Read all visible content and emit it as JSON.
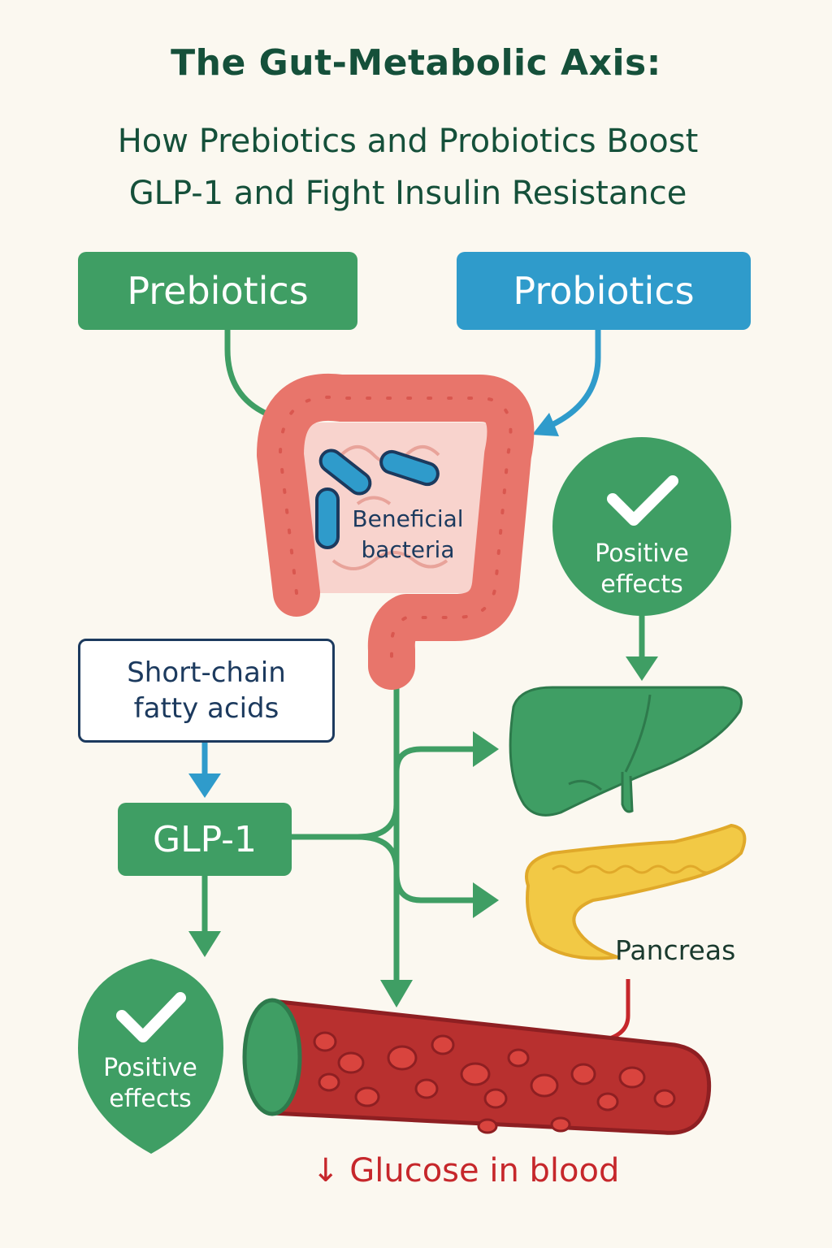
{
  "title": "The Gut-Metabolic Axis:",
  "subtitle_line1": "How Prebiotics and Probiotics Boost",
  "subtitle_line2": "GLP-1 and Fight Insulin Resistance",
  "nodes": {
    "prebiotics": "Prebiotics",
    "probiotics": "Probiotics",
    "bacteria_line1": "Beneficial",
    "bacteria_line2": "bacteria",
    "scfa_line1": "Short-chain",
    "scfa_line2": "fatty acids",
    "glp1": "GLP-1",
    "positive_effects_top_line1": "Positive",
    "positive_effects_top_line2": "effects",
    "positive_effects_bottom_line1": "Positive",
    "positive_effects_bottom_line2": "effects",
    "pancreas": "Pancreas",
    "glucose_arrow": "↓",
    "glucose": "Glucose in blood"
  },
  "colors": {
    "green": "#3f9e64",
    "blue": "#2f9bcb",
    "navy": "#1c3a5e",
    "gut": "#e8756b",
    "pancreas": "#f2c945",
    "blood": "#b8302f",
    "red_text": "#c6272b"
  },
  "icons": [
    "intestine-icon",
    "bacteria-icon",
    "check-icon",
    "liver-icon",
    "pancreas-icon",
    "blood-vessel-icon"
  ]
}
